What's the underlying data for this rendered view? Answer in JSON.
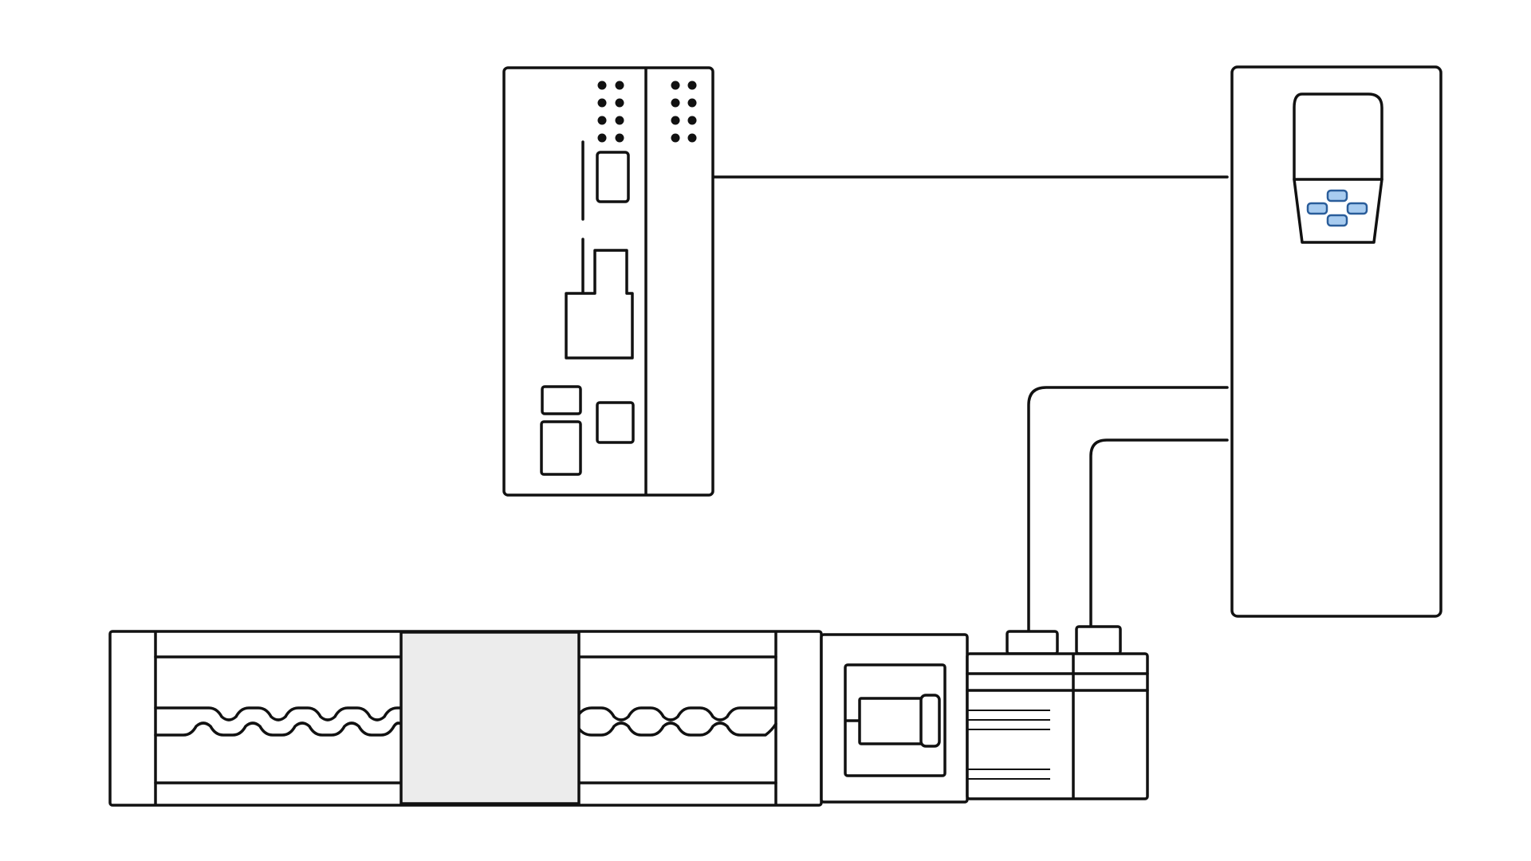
{
  "diagram": {
    "colors": {
      "stroke": "#111111",
      "background": "#ffffff",
      "carriage_fill": "#ececec",
      "keypad_key_fill": "#a8ccf0",
      "keypad_key_stroke": "#2a5d9a"
    },
    "components": [
      {
        "id": "controller",
        "icon": "plc-controller-module-icon"
      },
      {
        "id": "drive",
        "icon": "servo-drive-cabinet-icon"
      },
      {
        "id": "actuator",
        "icon": "linear-screw-actuator-icon"
      },
      {
        "id": "motor",
        "icon": "servo-motor-icon"
      }
    ],
    "connections": [
      {
        "from": "controller",
        "to": "drive",
        "kind": "communication"
      },
      {
        "from": "drive",
        "to": "motor",
        "kind": "power"
      },
      {
        "from": "drive",
        "to": "motor",
        "kind": "feedback"
      }
    ]
  }
}
